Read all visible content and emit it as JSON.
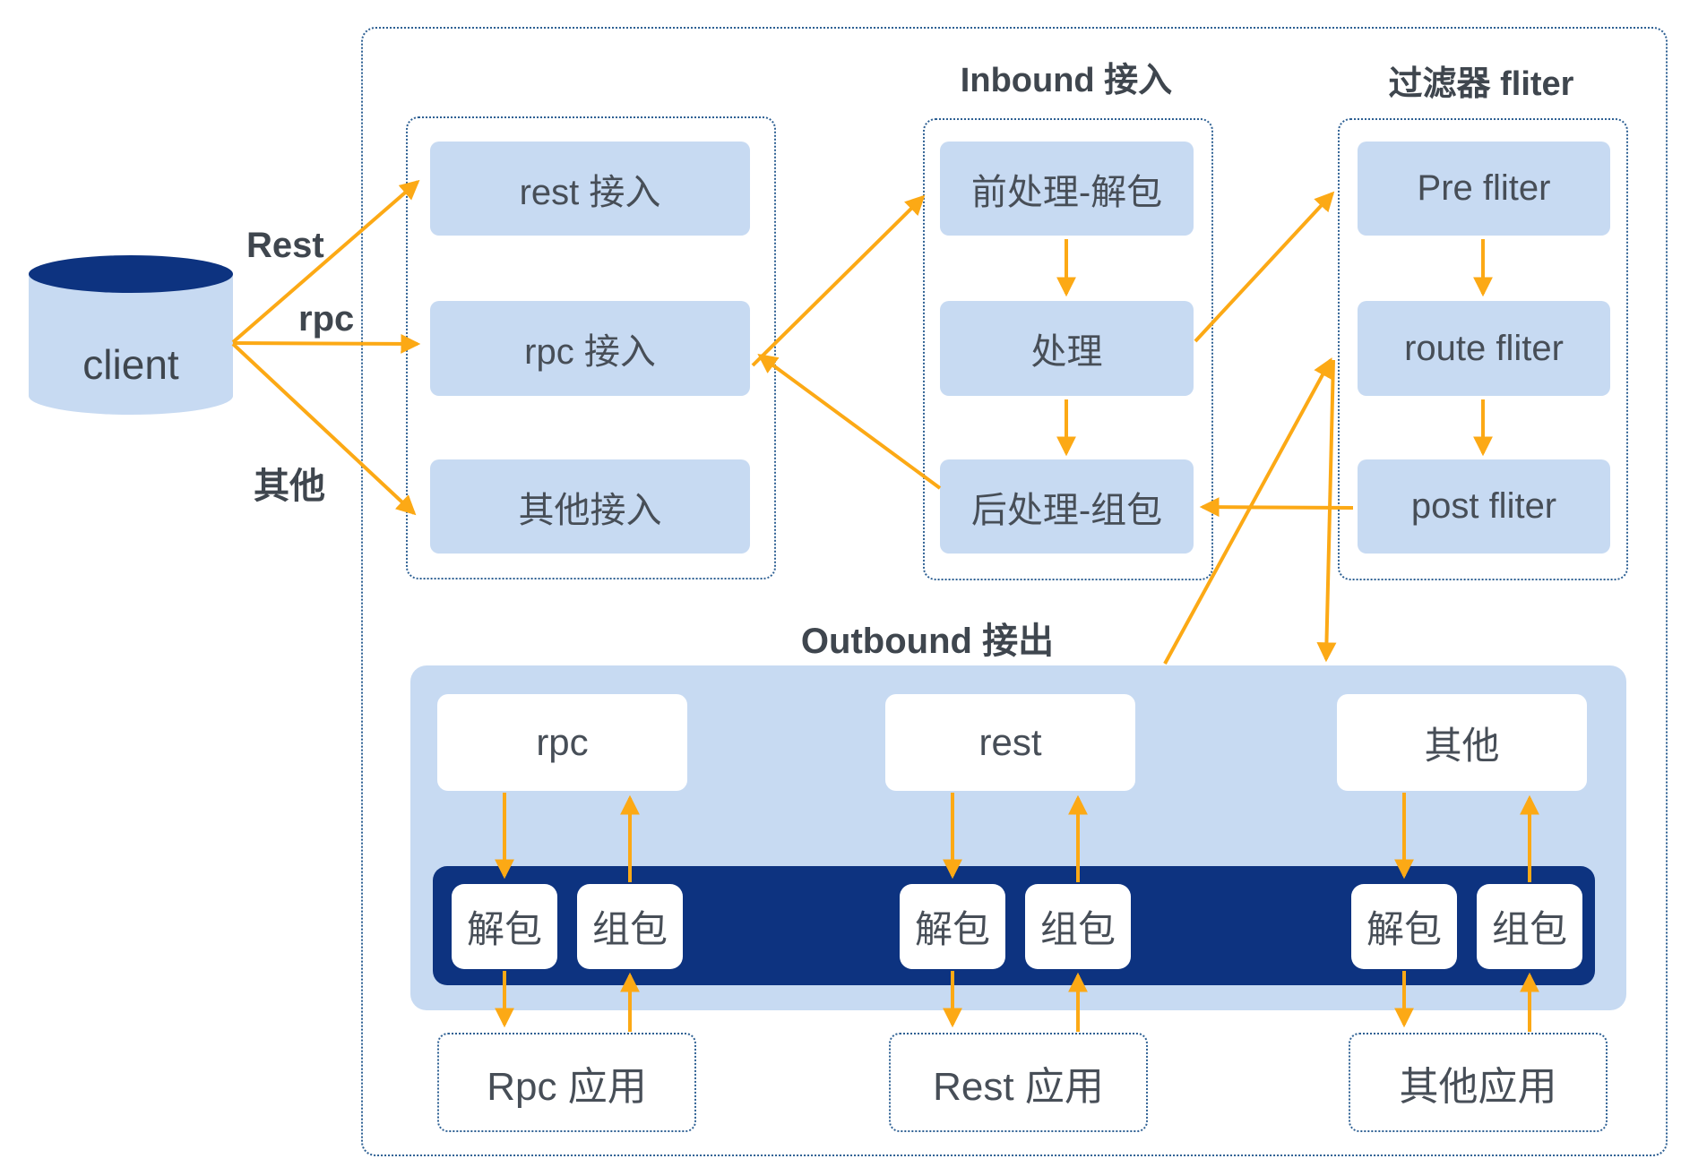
{
  "client": {
    "label": "client"
  },
  "client_links": {
    "rest": "Rest",
    "rpc": "rpc",
    "other": "其他"
  },
  "access": {
    "boxes": [
      {
        "label": "rest 接入"
      },
      {
        "label": "rpc 接入"
      },
      {
        "label": "其他接入"
      }
    ]
  },
  "inbound": {
    "title": "Inbound 接入",
    "boxes": [
      {
        "label": "前处理-解包"
      },
      {
        "label": "处理"
      },
      {
        "label": "后处理-组包"
      }
    ]
  },
  "filters": {
    "title": "过滤器 fliter",
    "boxes": [
      {
        "label": "Pre fliter"
      },
      {
        "label": "route fliter"
      },
      {
        "label": "post fliter"
      }
    ]
  },
  "outbound": {
    "title": "Outbound 接出",
    "columns": [
      {
        "protocol": "rpc",
        "unpack": "解包",
        "pack": "组包",
        "app": "Rpc 应用"
      },
      {
        "protocol": "rest",
        "unpack": "解包",
        "pack": "组包",
        "app": "Rest 应用"
      },
      {
        "protocol": "其他",
        "unpack": "解包",
        "pack": "组包",
        "app": "其他应用"
      }
    ]
  },
  "colors": {
    "box_blue": "#C7DAF2",
    "navy": "#0D3380",
    "arrow_orange": "#FCA915",
    "border_blue": "#2E6093",
    "text": "#474E57"
  }
}
